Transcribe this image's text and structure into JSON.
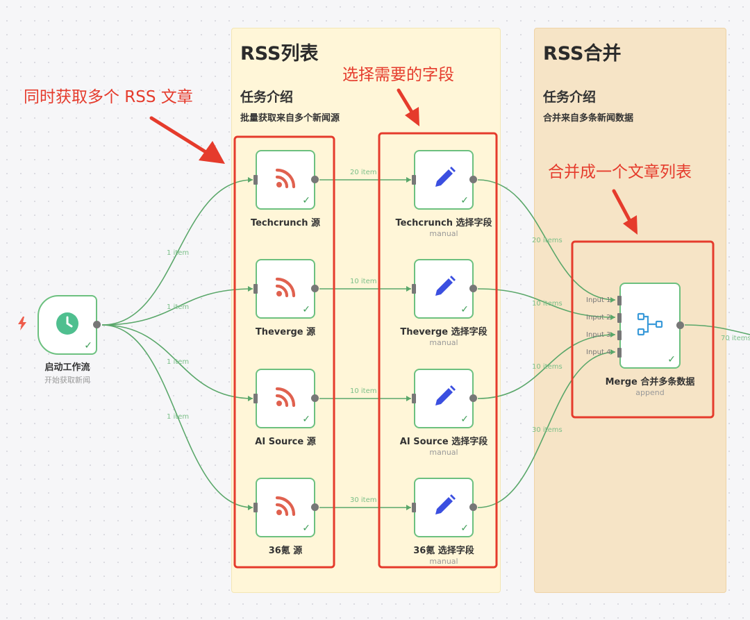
{
  "stickies": {
    "rss": {
      "title": "RSS列表",
      "heading": "任务介绍",
      "desc": "批量获取来自多个新闻源"
    },
    "merge": {
      "title": "RSS合并",
      "heading": "任务介绍",
      "desc": "合并来自多条新闻数据"
    }
  },
  "annotations": {
    "fetch_many": "同时获取多个 RSS 文章",
    "select_fields": "选择需要的字段",
    "merge_list": "合并成一个文章列表"
  },
  "trigger": {
    "label": "启动工作流",
    "sub": "开始获取新闻"
  },
  "rss_nodes": [
    {
      "label": "Techcrunch 源"
    },
    {
      "label": "Theverge 源"
    },
    {
      "label": "AI Source 源"
    },
    {
      "label": "36氪 源"
    }
  ],
  "set_nodes": [
    {
      "label": "Techcrunch 选择字段",
      "sub": "manual"
    },
    {
      "label": "Theverge 选择字段",
      "sub": "manual"
    },
    {
      "label": "AI Source 选择字段",
      "sub": "manual"
    },
    {
      "label": "36氪 选择字段",
      "sub": "manual"
    }
  ],
  "merge_node": {
    "label": "Merge 合并多条数据",
    "sub": "append",
    "inputs": [
      "Input 1",
      "Input 2",
      "Input 3",
      "Input 4"
    ]
  },
  "edge_labels": {
    "trigger_to_rss": [
      "1 item",
      "1 item",
      "1 item",
      "1 item"
    ],
    "rss_to_set": [
      "20 item",
      "10 item",
      "10 item",
      "30 item"
    ],
    "set_to_merge": [
      "20 items",
      "10 items",
      "10 items",
      "30 items"
    ],
    "merge_out": "70 items"
  },
  "colors": {
    "connection": "#5aa76a",
    "highlight": "#e53b2c",
    "rss_icon": "#e0614f",
    "pen_icon": "#3b4fe0",
    "trigger_icon": "#4fbf8f",
    "merge_icon": "#3a9ad9"
  },
  "icons": {
    "trigger": "clock-icon",
    "rss": "rss-icon",
    "set": "pen-icon",
    "merge": "merge-icon",
    "bolt": "lightning-icon",
    "check": "check-icon"
  }
}
